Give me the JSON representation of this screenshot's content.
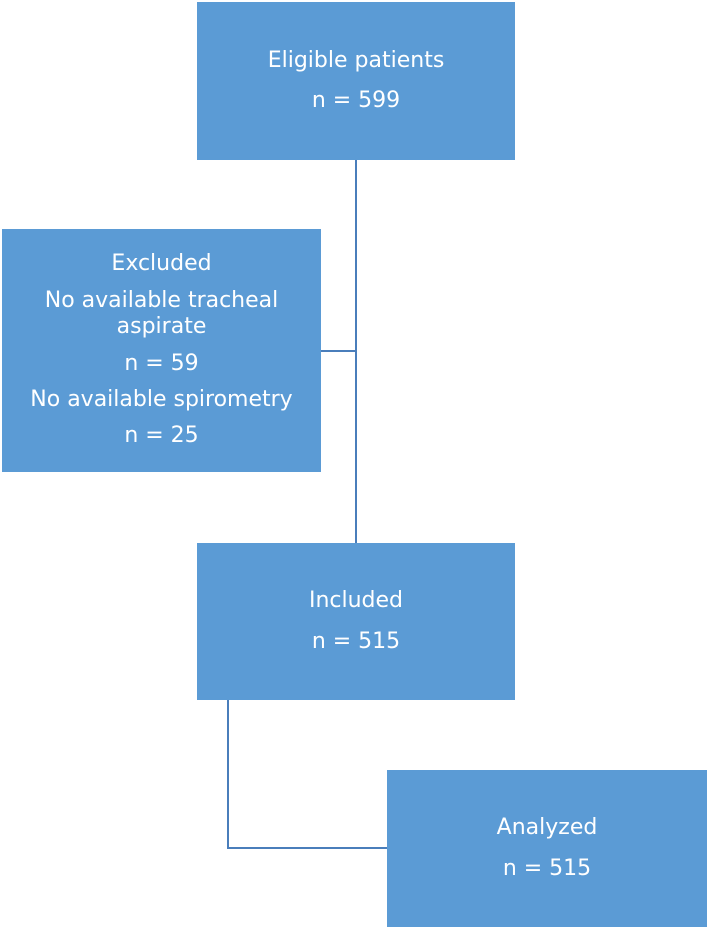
{
  "eligible": {
    "title": "Eligible patients",
    "count": "n = 599"
  },
  "excluded": {
    "title": "Excluded",
    "reason1_line1": "No available tracheal",
    "reason1_line2": "aspirate",
    "reason1_count": "n = 59",
    "reason2": "No available spirometry",
    "reason2_count": "n = 25"
  },
  "included": {
    "title": "Included",
    "count": "n = 515"
  },
  "analyzed": {
    "title": "Analyzed",
    "count": "n = 515"
  },
  "colors": {
    "box_fill": "#5b9bd5",
    "box_text": "#ffffff",
    "connector": "#4a7ebb"
  }
}
